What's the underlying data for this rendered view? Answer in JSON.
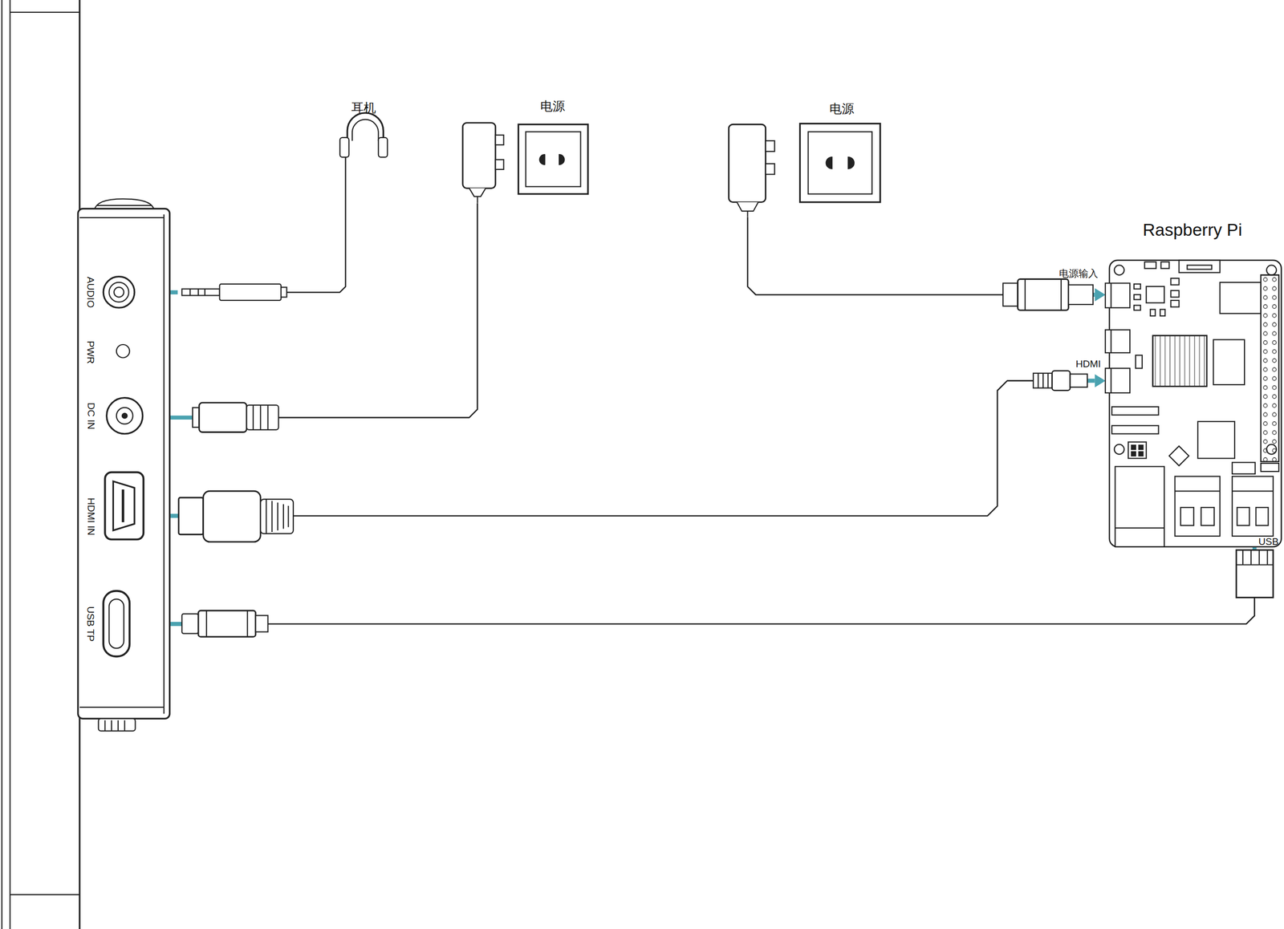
{
  "diagram": {
    "nodes": [
      {
        "text": [
          "耳机"
        ]
      },
      {
        "text": [
          "电源"
        ]
      },
      {
        "text": [
          "电源"
        ]
      },
      {
        "text": [
          "Raspberry Pi"
        ]
      },
      {
        "text": [
          "电源输入"
        ],
        "in": 3
      },
      {
        "text": [
          "HDMI"
        ],
        "in": 3
      },
      {
        "text": [
          "USB"
        ],
        "in": 3
      },
      {
        "text": [
          "AUDIO"
        ]
      },
      {
        "text": [
          "PWR"
        ]
      },
      {
        "text": [
          "DC IN"
        ]
      },
      {
        "text": [
          "HDMI IN"
        ]
      },
      {
        "text": [
          "USB TP"
        ]
      }
    ],
    "edges": [
      {
        "from": 0,
        "to": 7,
        "arrow": "to"
      },
      {
        "from": 1,
        "to": 9,
        "arrow": "to"
      },
      {
        "from": 2,
        "to": 4,
        "arrow": "to"
      },
      {
        "from": 5,
        "to": 10,
        "arrow": "both"
      },
      {
        "from": 6,
        "to": 11,
        "arrow": "both"
      }
    ]
  }
}
